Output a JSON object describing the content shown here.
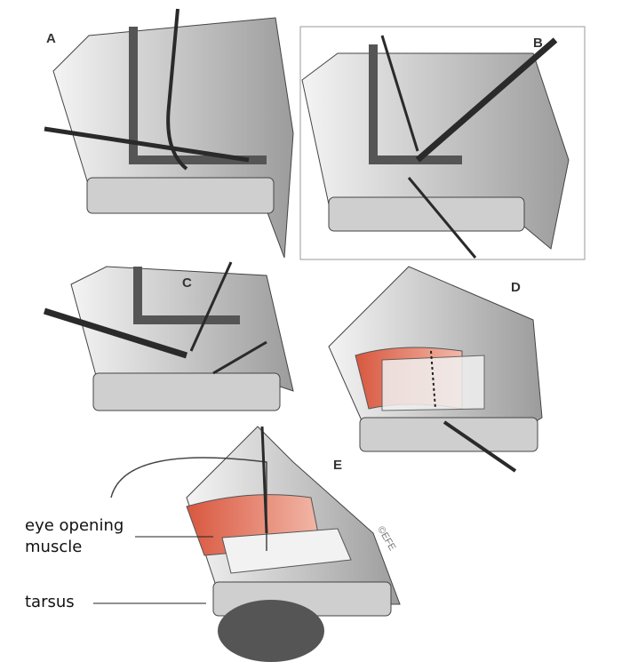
{
  "panels": {
    "a": "A",
    "b": "B",
    "c": "C",
    "d": "D",
    "e": "E"
  },
  "labels": {
    "muscle": "eye opening muscle",
    "tarsus": "tarsus"
  },
  "watermark": "©EFE",
  "colors": {
    "muscle": "#d9573f",
    "tissue": "#c8c8c8",
    "outline": "#444444",
    "instrument": "#2a2a2a"
  }
}
